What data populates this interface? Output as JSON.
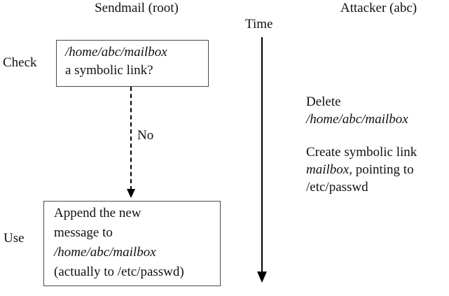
{
  "diagram": {
    "title_left": "Sendmail (root)",
    "title_right": "Attacker (abc)",
    "time_axis_label": "Time",
    "stage_labels": {
      "check": "Check",
      "use": "Use"
    },
    "check_box": {
      "line1_italic": "/home/abc/mailbox",
      "line2": "a symbolic link?"
    },
    "flow_arrow": {
      "label": "No"
    },
    "use_box": {
      "line1": "Append the new",
      "line2": "message to",
      "line3_italic": "/home/abc/mailbox",
      "line4": "(actually to /etc/passwd)"
    },
    "attacker_actions": [
      {
        "line1": "Delete",
        "line2_italic": "/home/abc/mailbox"
      },
      {
        "line1": "Create symbolic link",
        "line2_italic": "mailbox",
        "line2_rest": ", pointing to",
        "line3": "/etc/passwd"
      }
    ]
  },
  "colors": {
    "text": "#111111",
    "box_border": "#4a4a4a",
    "arrow": "#000000",
    "background": "#ffffff"
  }
}
